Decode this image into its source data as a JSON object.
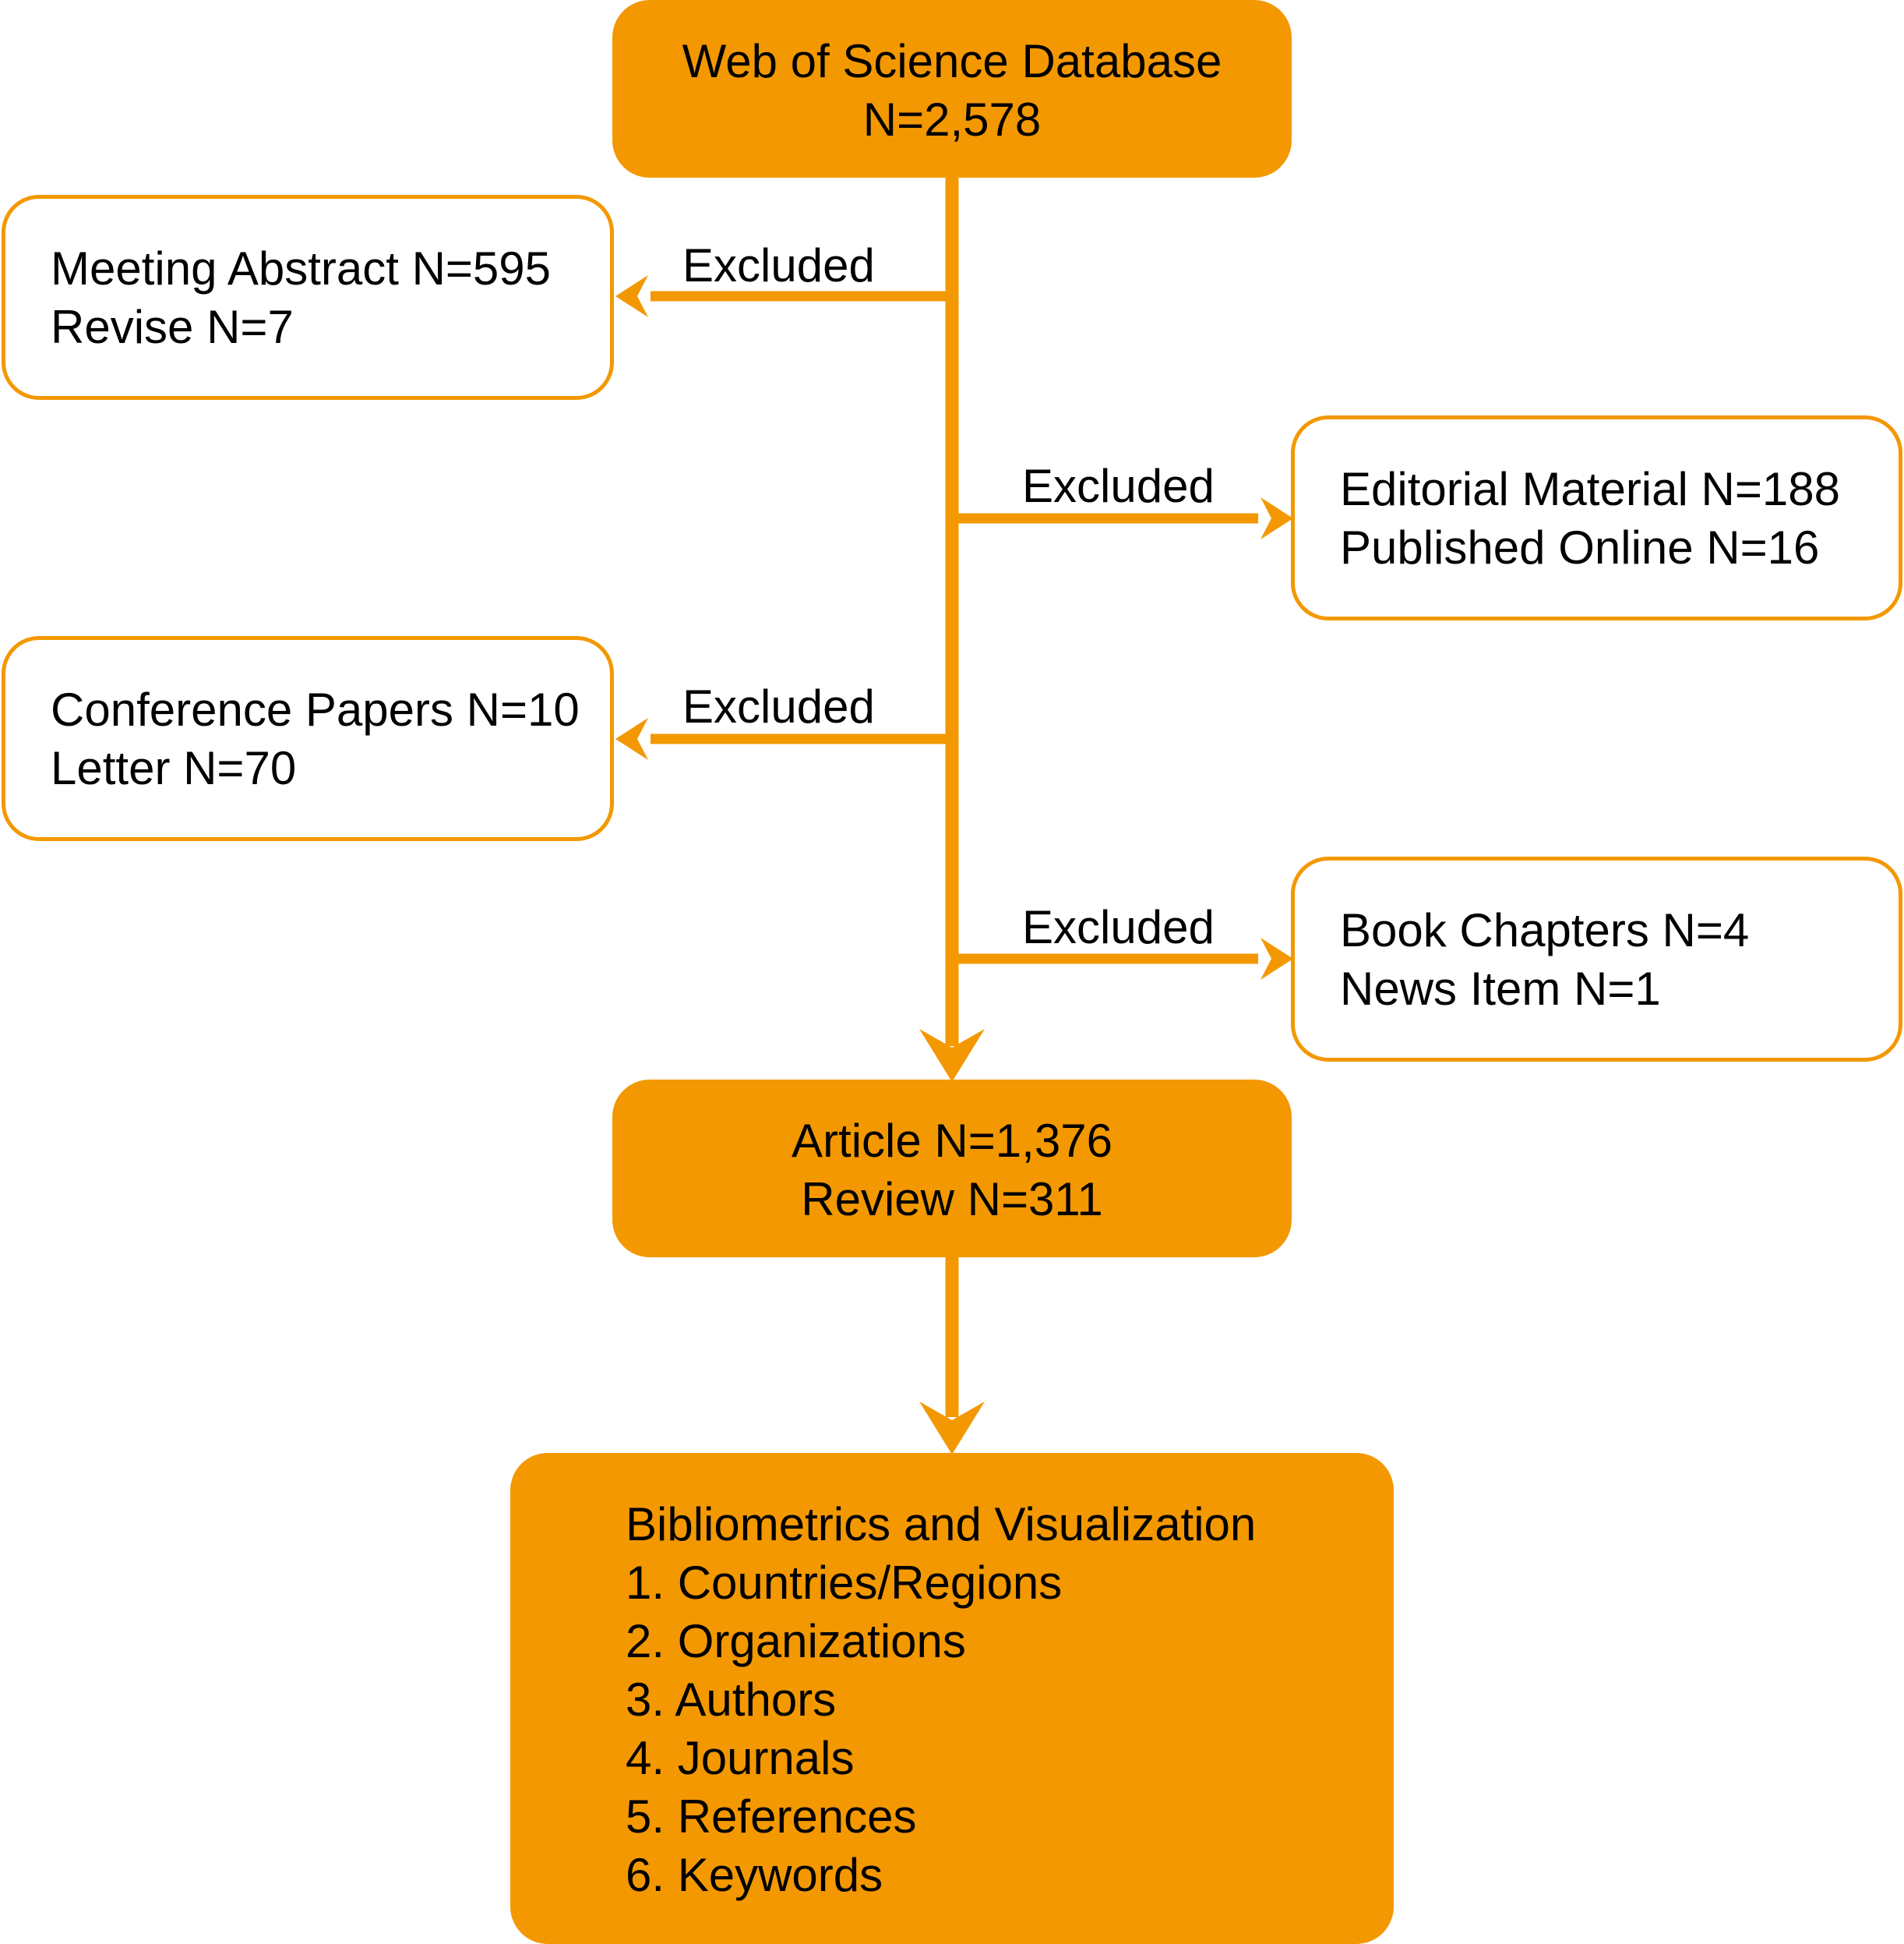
{
  "colors": {
    "accent": "#F39800",
    "box_fill_light": "#FFFFFF",
    "text": "#000000"
  },
  "nodes": {
    "source": {
      "lines": [
        "Web of Science Database",
        "N=2,578"
      ]
    },
    "excluded_1": {
      "lines": [
        "Meeting Abstract N=595",
        "Revise N=7"
      ]
    },
    "excluded_2": {
      "lines": [
        "Editorial Material N=188",
        "Published Online N=16"
      ]
    },
    "excluded_3": {
      "lines": [
        "Conference Papers N=10",
        "Letter N=70"
      ]
    },
    "excluded_4": {
      "lines": [
        "Book Chapters N=4",
        "News Item N=1"
      ]
    },
    "included": {
      "lines": [
        "Article N=1,376",
        "Review N=311"
      ]
    },
    "analysis": {
      "lines": [
        "Bibliometrics and Visualization",
        "1. Countries/Regions",
        "2. Organizations",
        "3. Authors",
        "4. Journals",
        "5. References",
        "6. Keywords"
      ]
    }
  },
  "edge_labels": {
    "excluded_1": "Excluded",
    "excluded_2": "Excluded",
    "excluded_3": "Excluded",
    "excluded_4": "Excluded"
  }
}
